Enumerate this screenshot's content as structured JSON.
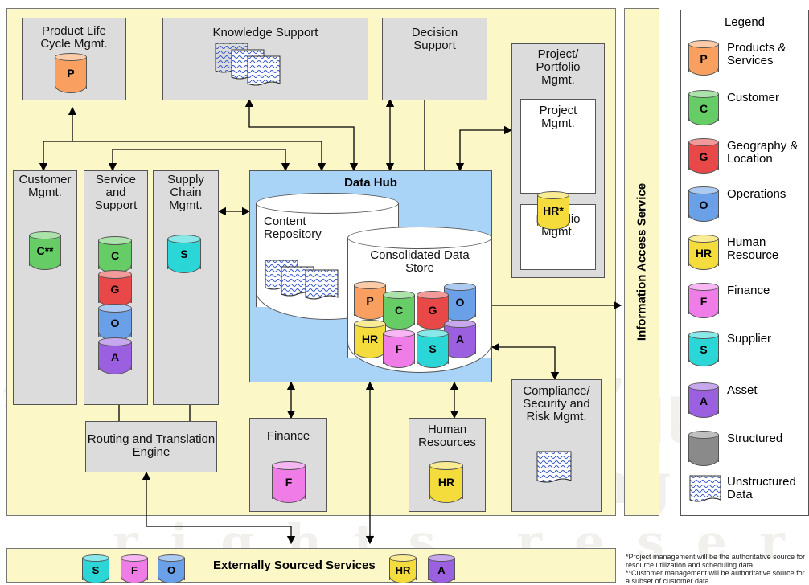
{
  "boxes": {
    "plc": "Product Life Cycle Mgmt.",
    "knowledge": "Knowledge Support",
    "decision": "Decision Support",
    "ppm": "Project/ Portfolio Mgmt.",
    "project_mgmt": "Project Mgmt.",
    "portfolio_mgmt": "Portfolio Mgmt.",
    "customer_mgmt": "Customer Mgmt.",
    "service_support": "Service and Support",
    "supply_chain": "Supply Chain Mgmt.",
    "data_hub": "Data Hub",
    "content_repo": "Content Repository",
    "consolidated": "Consolidated Data Store",
    "routing": "Routing and Translation Engine",
    "finance": "Finance",
    "hr": "Human Resources",
    "compliance": "Compliance/ Security and Risk Mgmt.",
    "ias": "Information Access Service",
    "external": "Externally Sourced Services"
  },
  "cyl_letters": {
    "P": "P",
    "C": "C",
    "G": "G",
    "O": "O",
    "HR": "HR",
    "F": "F",
    "S": "S",
    "A": "A",
    "HR_star": "HR*",
    "C_star": "C**"
  },
  "legend": {
    "title": "Legend",
    "items": [
      {
        "letter": "P",
        "label": "Products & Services",
        "color": "#f9a060"
      },
      {
        "letter": "C",
        "label": "Customer",
        "color": "#66cc66"
      },
      {
        "letter": "G",
        "label": "Geography & Location",
        "color": "#e84848"
      },
      {
        "letter": "O",
        "label": "Operations",
        "color": "#6aa0e8"
      },
      {
        "letter": "HR",
        "label": "Human Resource",
        "color": "#f4dc3c"
      },
      {
        "letter": "F",
        "label": "Finance",
        "color": "#f07ce8"
      },
      {
        "letter": "S",
        "label": "Supplier",
        "color": "#2ad6d6"
      },
      {
        "letter": "A",
        "label": "Asset",
        "color": "#9a60e0"
      },
      {
        "letter": "",
        "label": "Structured",
        "color": "#8a8a8a"
      },
      {
        "letter": "",
        "label": "Unstructured Data",
        "color": "#ffffff"
      }
    ]
  },
  "footnotes": {
    "n1": "*Project management will be the authoritative source for resource utilization and scheduling data.",
    "n2": "**Customer management will be authoritative source for a subset of customer data."
  },
  "colors": {
    "panel": "#fcf7c7",
    "data_hub": "#a9d3f7",
    "box": "#dcdcdc"
  }
}
